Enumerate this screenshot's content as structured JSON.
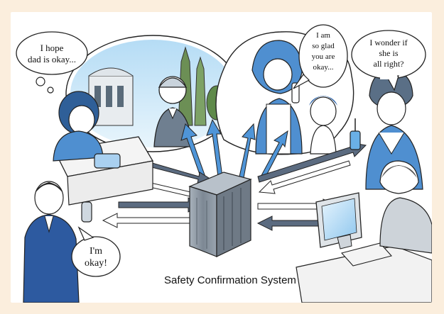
{
  "caption": "Safety Confirmation System",
  "bubbles": {
    "daughter_home": [
      "I hope",
      "dad is okay..."
    ],
    "mother": [
      "I wonder if",
      "she is",
      "all right?"
    ],
    "reunion": [
      "I am",
      "so glad",
      "you are",
      "okay..."
    ],
    "father": [
      "I'm",
      "okay!"
    ]
  },
  "colors": {
    "background": "#fbeedd",
    "panel": "#ffffff",
    "outgoing_arrow": "#5b6b80",
    "incoming_arrow": "#ffffff",
    "upload_arrow": "#4f95d8",
    "server": "#8e9aa6",
    "sky_scene": "#cfe7f7",
    "uniform": "#4f8fd0",
    "monitor_screen": "#b9dcf4"
  }
}
